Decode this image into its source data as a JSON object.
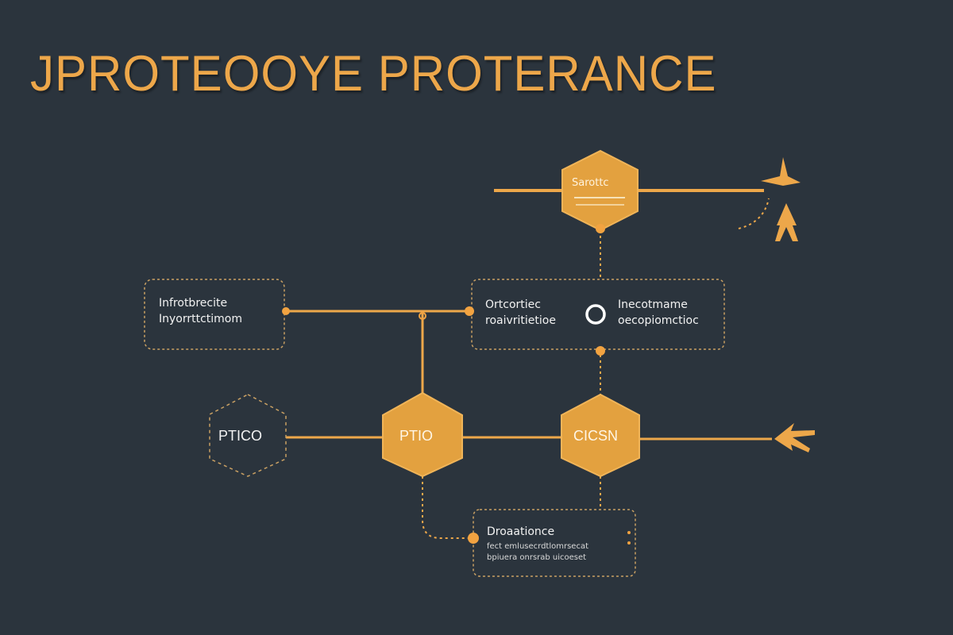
{
  "title": "JPROTEOOYE  PROTERANCE",
  "colors": {
    "background": "#2b343d",
    "accent": "#eda74a",
    "hex_fill": "#e3a13f",
    "text": "#f2f2f2"
  },
  "nodes": {
    "top_hex": {
      "label": "Sarottc"
    },
    "left_box": {
      "lines": [
        "Infrotbrecite",
        "Inyorrttctimom"
      ]
    },
    "center_box": {
      "left_lines": [
        "Ortcortiec",
        "roaivritietioe"
      ],
      "right_lines": [
        "Inecotmame",
        "oecopiomctioc"
      ]
    },
    "hex_outline": {
      "label": "PTICO"
    },
    "hex_mid": {
      "label": "PTIO"
    },
    "hex_right": {
      "label": "CICSN"
    },
    "bottom_box": {
      "title": "Droaationce",
      "lines": [
        "fect emlusecrdtlomrsecat",
        "bpiuera onrsrab uicoeset"
      ]
    }
  },
  "icons": [
    "plane-icon",
    "up-arrow-icon",
    "left-arrow-icon",
    "ring-icon"
  ]
}
